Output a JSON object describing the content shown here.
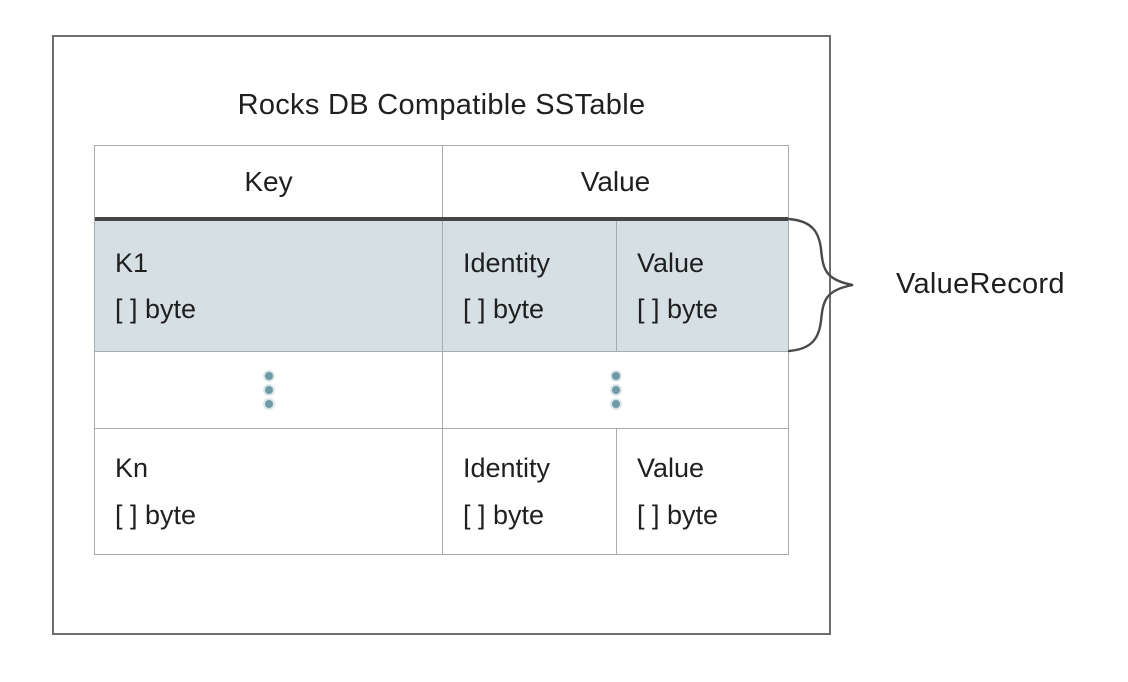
{
  "diagram": {
    "container_title": "Rocks DB Compatible SSTable",
    "table": {
      "headers": [
        {
          "label": "Key"
        },
        {
          "label": "Value"
        }
      ],
      "rows": [
        {
          "highlighted": true,
          "key": {
            "name": "K1",
            "size": "[ ] byte"
          },
          "identity": {
            "name": "Identity",
            "size": "[ ] byte"
          },
          "value": {
            "name": "Value",
            "size": "[ ] byte"
          }
        },
        {
          "type": "ellipsis",
          "columns": [
            "key",
            "value"
          ]
        },
        {
          "highlighted": false,
          "key": {
            "name": "Kn",
            "size": "[ ] byte"
          },
          "identity": {
            "name": "Identity",
            "size": "[ ] byte"
          },
          "value": {
            "name": "Value",
            "size": "[ ] byte"
          }
        }
      ]
    },
    "annotation": {
      "label": "ValueRecord"
    },
    "colors": {
      "highlight_row_bg": "#d5dfe4",
      "ellipsis_dot": "#6f9aa8",
      "header_underline": "#454545",
      "table_border": "#a6abad",
      "outer_border": "#6e6e6e",
      "brace": "#4a4a4a",
      "text": "#1f1f1f"
    }
  }
}
